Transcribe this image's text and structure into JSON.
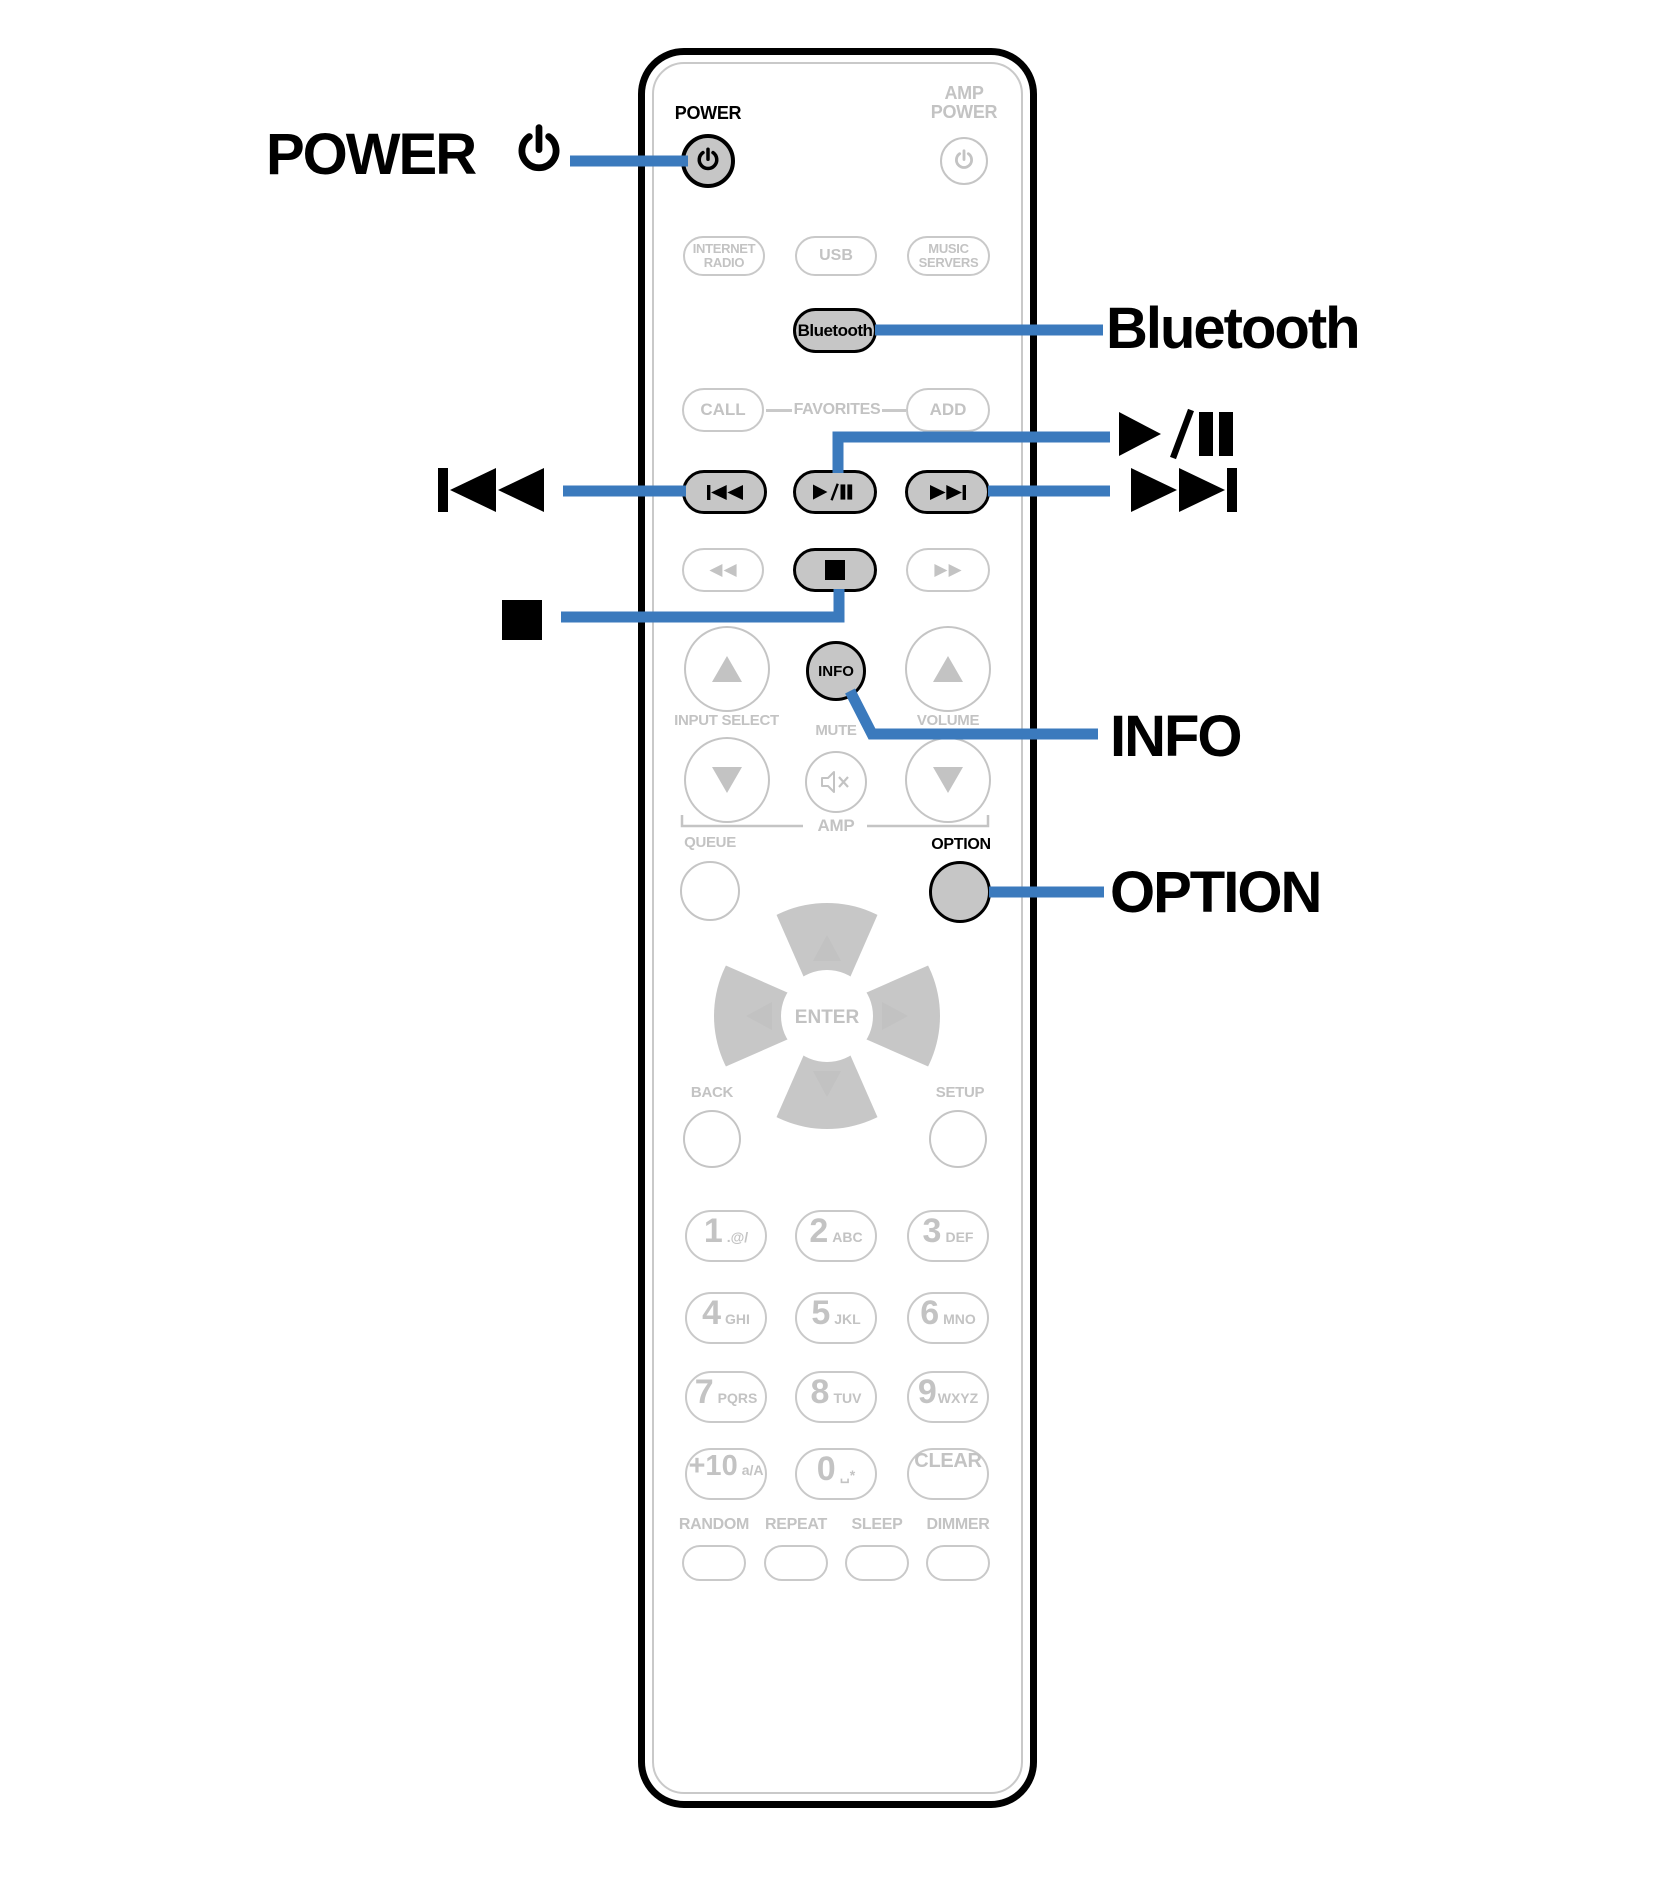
{
  "colors": {
    "callout_blue": "#3B7ABD",
    "highlight_gray": "#C6C6C6",
    "outline_gray": "#C9C9C9",
    "muted_text": "#C3C3C3",
    "black": "#000000"
  },
  "callouts": {
    "power_label": "POWER",
    "bluetooth_label": "Bluetooth",
    "info_label": "INFO",
    "option_label": "OPTION",
    "play_pause_icon": "play-pause-icon",
    "next_track_icon": "next-track-icon",
    "previous_track_icon": "previous-track-icon",
    "stop_icon": "stop-icon",
    "power_icon": "power-icon"
  },
  "remote": {
    "power_button_label": "POWER",
    "amp_power": {
      "lines": [
        "AMP",
        "POWER"
      ]
    },
    "sources": {
      "internet_radio": {
        "lines": [
          "INTERNET",
          "RADIO"
        ]
      },
      "usb": {
        "label": "USB"
      },
      "music_servers": {
        "lines": [
          "MUSIC",
          "SERVERS"
        ]
      }
    },
    "bluetooth_button_label": "Bluetooth",
    "favorites_row": {
      "call": "CALL",
      "favorites": "FAVORITES",
      "add": "ADD"
    },
    "info_button_label": "INFO",
    "input_select_label": "INPUT SELECT",
    "mute_label": "MUTE",
    "volume_label": "VOLUME",
    "queue_label": "QUEUE",
    "amp_label": "AMP",
    "option_label": "OPTION",
    "enter_label": "ENTER",
    "back_label": "BACK",
    "setup_label": "SETUP",
    "keypad": [
      {
        "digit": "1",
        "letters": ".@/"
      },
      {
        "digit": "2",
        "letters": "ABC"
      },
      {
        "digit": "3",
        "letters": "DEF"
      },
      {
        "digit": "4",
        "letters": "GHI"
      },
      {
        "digit": "5",
        "letters": "JKL"
      },
      {
        "digit": "6",
        "letters": "MNO"
      },
      {
        "digit": "7",
        "letters": "PQRS"
      },
      {
        "digit": "8",
        "letters": "TUV"
      },
      {
        "digit": "9",
        "letters": "WXYZ"
      },
      {
        "digit": "+10",
        "letters": "a/A"
      },
      {
        "digit": "0",
        "letters": "␣*"
      },
      {
        "digit": "CLEAR",
        "letters": ""
      }
    ],
    "bottom_buttons": [
      {
        "label": "RANDOM"
      },
      {
        "label": "REPEAT"
      },
      {
        "label": "SLEEP"
      },
      {
        "label": "DIMMER"
      }
    ]
  }
}
